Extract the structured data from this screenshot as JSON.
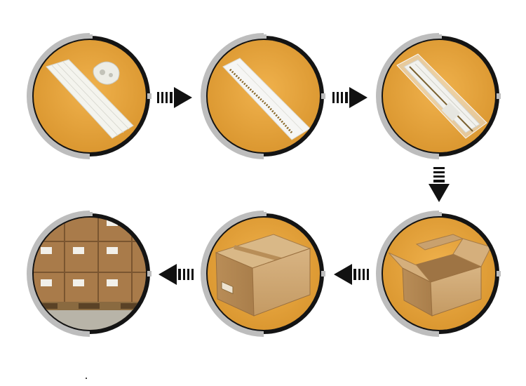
{
  "colors": {
    "accent": "#E7A43F",
    "ring_dark": "#141414",
    "ring_light": "#BDBDBD",
    "cardboard": "#C9A16E",
    "arrow": "#111111"
  },
  "steps": [
    {
      "id": 1,
      "icon": "white-blind-slats-icon"
    },
    {
      "id": 2,
      "icon": "blind-in-plastic-sleeve-icon"
    },
    {
      "id": 3,
      "icon": "blind-in-clear-bag-icon"
    },
    {
      "id": 4,
      "icon": "open-carton-box-icon"
    },
    {
      "id": 5,
      "icon": "sealed-carton-box-icon"
    },
    {
      "id": 6,
      "icon": "palletized-cartons-icon"
    }
  ],
  "arrows": [
    {
      "from": 1,
      "to": 2,
      "direction": "right"
    },
    {
      "from": 2,
      "to": 3,
      "direction": "right"
    },
    {
      "from": 3,
      "to": 4,
      "direction": "down"
    },
    {
      "from": 4,
      "to": 5,
      "direction": "left"
    },
    {
      "from": 5,
      "to": 6,
      "direction": "left"
    }
  ]
}
